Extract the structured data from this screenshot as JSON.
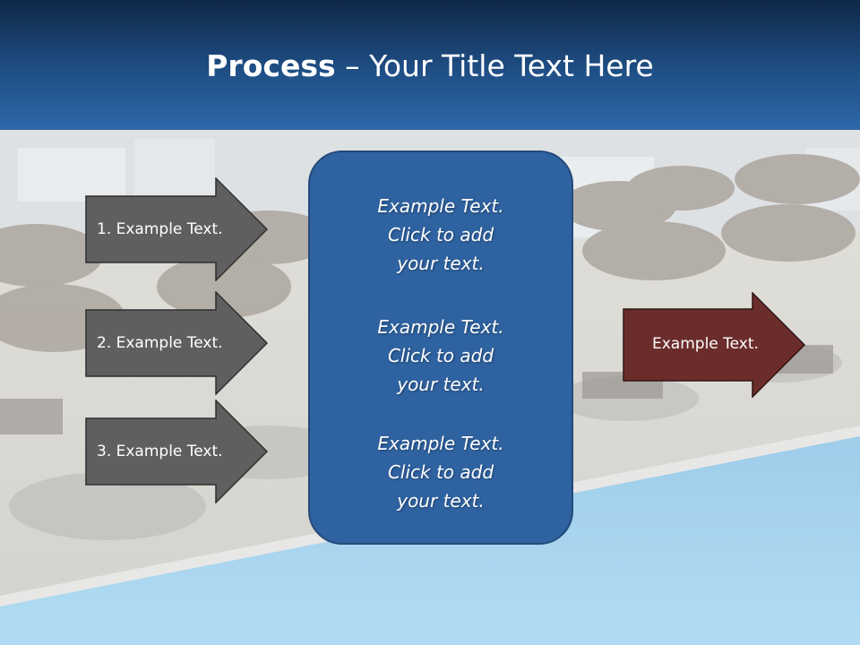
{
  "title": {
    "bold": "Process",
    "rest": " – Your Title Text Here"
  },
  "left_arrows": [
    {
      "label": "1. Example Text."
    },
    {
      "label": "2. Example Text."
    },
    {
      "label": "3. Example Text."
    }
  ],
  "center_box": {
    "paragraphs": [
      {
        "line1": "Example Text.",
        "line2": "Click  to add",
        "line3": "your text."
      },
      {
        "line1": "Example Text.",
        "line2": "Click  to add",
        "line3": "your text."
      },
      {
        "line1": "Example Text.",
        "line2": "Click  to add",
        "line3": "your text."
      }
    ]
  },
  "right_arrow": {
    "label": "Example Text."
  },
  "colors": {
    "header_dark": "#0f2847",
    "header_light": "#2e67a8",
    "left_arrow_fill": "#5f5f5f",
    "center_box_fill": "#2f62a0",
    "right_arrow_fill": "#6b2d2b"
  },
  "background_image": "resort-pool-photo"
}
